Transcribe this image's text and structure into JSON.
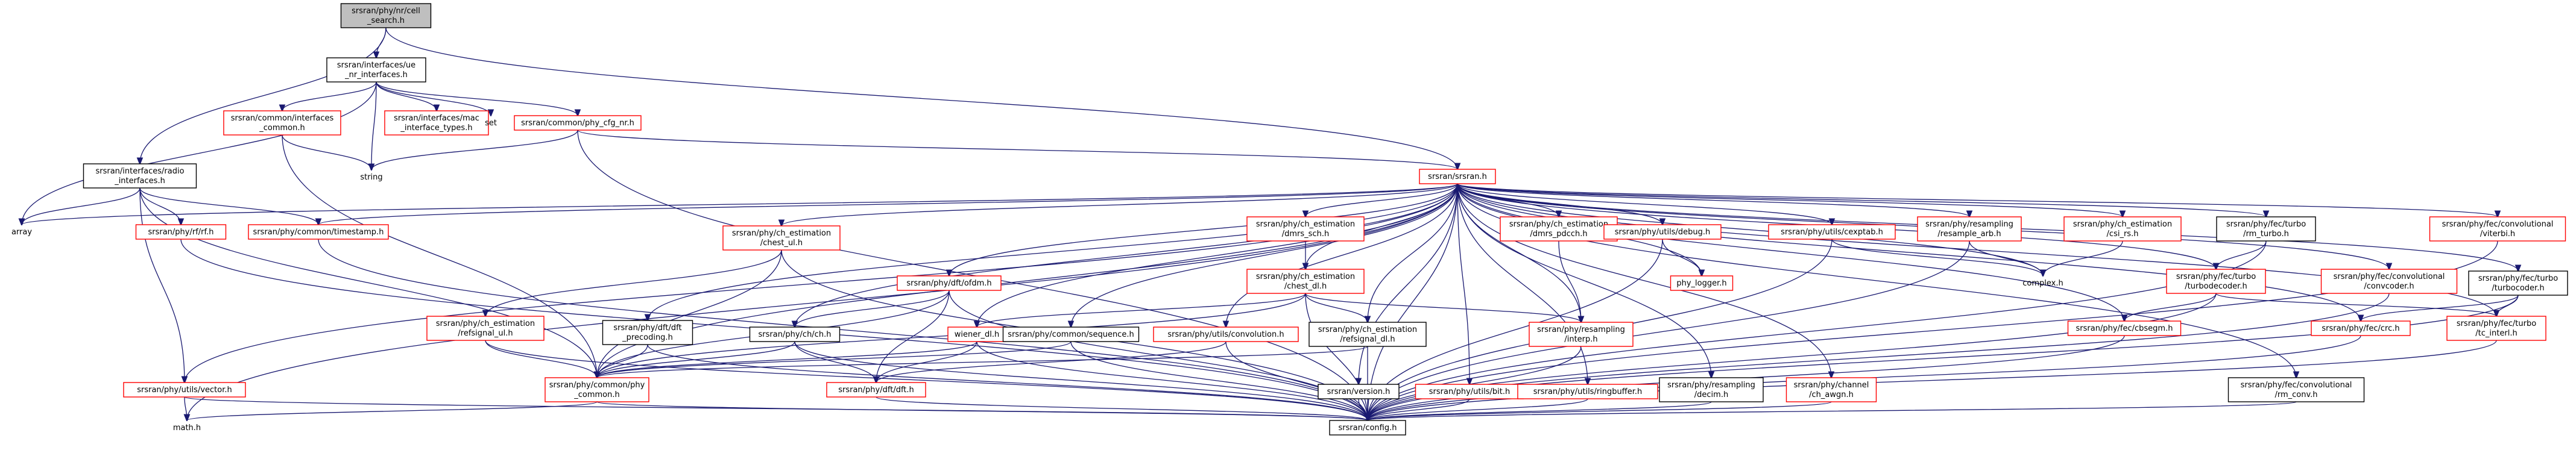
{
  "colors": {
    "edge": "#191970",
    "box_normal": "#000000",
    "box_missing": "#ff0000",
    "box_unboxed": "none",
    "root_fill": "#bfbfbf"
  },
  "nodes": [
    {
      "id": "root",
      "lines": [
        "srsran/phy/nr/cell",
        "_search.h"
      ],
      "style": "root"
    },
    {
      "id": "ue_nr_if",
      "lines": [
        "srsran/interfaces/ue",
        "_nr_interfaces.h"
      ],
      "style": "normal"
    },
    {
      "id": "common_if",
      "lines": [
        "srsran/common/interfaces",
        "_common.h"
      ],
      "style": "missing"
    },
    {
      "id": "mac_if",
      "lines": [
        "srsran/interfaces/mac",
        "_interface_types.h"
      ],
      "style": "missing"
    },
    {
      "id": "set",
      "lines": [
        "set"
      ],
      "style": "plain"
    },
    {
      "id": "phy_cfg",
      "lines": [
        "srsran/common/phy_cfg_nr.h"
      ],
      "style": "missing"
    },
    {
      "id": "string",
      "lines": [
        "string"
      ],
      "style": "plain"
    },
    {
      "id": "radio_if",
      "lines": [
        "srsran/interfaces/radio",
        "_interfaces.h"
      ],
      "style": "normal"
    },
    {
      "id": "array",
      "lines": [
        "array"
      ],
      "style": "plain"
    },
    {
      "id": "srsran_h",
      "lines": [
        "srsran/srsran.h"
      ],
      "style": "missing"
    },
    {
      "id": "rf",
      "lines": [
        "srsran/phy/rf/rf.h"
      ],
      "style": "missing"
    },
    {
      "id": "timestamp",
      "lines": [
        "srsran/phy/common/timestamp.h"
      ],
      "style": "missing"
    },
    {
      "id": "chest_ul",
      "lines": [
        "srsran/phy/ch_estimation",
        "/chest_ul.h"
      ],
      "style": "missing"
    },
    {
      "id": "ofdm",
      "lines": [
        "srsran/phy/dft/ofdm.h"
      ],
      "style": "missing"
    },
    {
      "id": "dmrs_sch",
      "lines": [
        "srsran/phy/ch_estimation",
        "/dmrs_sch.h"
      ],
      "style": "missing"
    },
    {
      "id": "chest_dl",
      "lines": [
        "srsran/phy/ch_estimation",
        "/chest_dl.h"
      ],
      "style": "missing"
    },
    {
      "id": "dmrs_pdcch",
      "lines": [
        "srsran/phy/ch_estimation",
        "/dmrs_pdcch.h"
      ],
      "style": "missing"
    },
    {
      "id": "debug",
      "lines": [
        "srsran/phy/utils/debug.h"
      ],
      "style": "missing"
    },
    {
      "id": "phy_logger",
      "lines": [
        "phy_logger.h"
      ],
      "style": "missing"
    },
    {
      "id": "cexptab",
      "lines": [
        "srsran/phy/utils/cexptab.h"
      ],
      "style": "missing"
    },
    {
      "id": "resample_arb",
      "lines": [
        "srsran/phy/resampling",
        "/resample_arb.h"
      ],
      "style": "missing"
    },
    {
      "id": "csi_rs",
      "lines": [
        "srsran/phy/ch_estimation",
        "/csi_rs.h"
      ],
      "style": "missing"
    },
    {
      "id": "complex",
      "lines": [
        "complex.h"
      ],
      "style": "plain"
    },
    {
      "id": "rm_turbo",
      "lines": [
        "srsran/phy/fec/turbo",
        "/rm_turbo.h"
      ],
      "style": "normal"
    },
    {
      "id": "turbodecoder",
      "lines": [
        "srsran/phy/fec/turbo",
        "/turbodecoder.h"
      ],
      "style": "missing"
    },
    {
      "id": "convcoder",
      "lines": [
        "srsran/phy/fec/convolutional",
        "/convcoder.h"
      ],
      "style": "missing"
    },
    {
      "id": "viterbi",
      "lines": [
        "srsran/phy/fec/convolutional",
        "/viterbi.h"
      ],
      "style": "missing"
    },
    {
      "id": "turbocoder",
      "lines": [
        "srsran/phy/fec/turbo",
        "/turbocoder.h"
      ],
      "style": "normal"
    },
    {
      "id": "cbsegm",
      "lines": [
        "srsran/phy/fec/cbsegm.h"
      ],
      "style": "missing"
    },
    {
      "id": "crc",
      "lines": [
        "srsran/phy/fec/crc.h"
      ],
      "style": "missing"
    },
    {
      "id": "tc_interl",
      "lines": [
        "srsran/phy/fec/turbo",
        "/tc_interl.h"
      ],
      "style": "missing"
    },
    {
      "id": "refsignal_ul",
      "lines": [
        "srsran/phy/ch_estimation",
        "/refsignal_ul.h"
      ],
      "style": "missing"
    },
    {
      "id": "dft_precoding",
      "lines": [
        "srsran/phy/dft/dft",
        "_precoding.h"
      ],
      "style": "normal"
    },
    {
      "id": "chcfr",
      "lines": [
        "srsran/phy/ch/ch.h"
      ],
      "style": "normal"
    },
    {
      "id": "wiener",
      "lines": [
        "wiener_dl.h"
      ],
      "style": "missing"
    },
    {
      "id": "sequence",
      "lines": [
        "srsran/phy/common/sequence.h"
      ],
      "style": "normal"
    },
    {
      "id": "convolution",
      "lines": [
        "srsran/phy/utils/convolution.h"
      ],
      "style": "missing"
    },
    {
      "id": "refsignal_dl",
      "lines": [
        "srsran/phy/ch_estimation",
        "/refsignal_dl.h"
      ],
      "style": "normal"
    },
    {
      "id": "interp",
      "lines": [
        "srsran/phy/resampling",
        "/interp.h"
      ],
      "style": "missing"
    },
    {
      "id": "phy_common",
      "lines": [
        "srsran/phy/common/phy",
        "_common.h"
      ],
      "style": "missing"
    },
    {
      "id": "dft",
      "lines": [
        "srsran/phy/dft/dft.h"
      ],
      "style": "missing"
    },
    {
      "id": "vector",
      "lines": [
        "srsran/phy/utils/vector.h"
      ],
      "style": "missing"
    },
    {
      "id": "math",
      "lines": [
        "math.h"
      ],
      "style": "plain"
    },
    {
      "id": "version",
      "lines": [
        "srsran/version.h"
      ],
      "style": "normal"
    },
    {
      "id": "bit",
      "lines": [
        "srsran/phy/utils/bit.h"
      ],
      "style": "missing"
    },
    {
      "id": "ringbuffer",
      "lines": [
        "srsran/phy/utils/ringbuffer.h"
      ],
      "style": "missing"
    },
    {
      "id": "decim",
      "lines": [
        "srsran/phy/resampling",
        "/decim.h"
      ],
      "style": "normal"
    },
    {
      "id": "ch_awgn",
      "lines": [
        "srsran/phy/channel",
        "/ch_awgn.h"
      ],
      "style": "missing"
    },
    {
      "id": "rm_conv",
      "lines": [
        "srsran/phy/fec/convolutional",
        "/rm_conv.h"
      ],
      "style": "normal"
    },
    {
      "id": "config",
      "lines": [
        "srsran/config.h"
      ],
      "style": "normal"
    }
  ],
  "edges": [
    [
      "root",
      "ue_nr_if"
    ],
    [
      "root",
      "radio_if"
    ],
    [
      "root",
      "srsran_h"
    ],
    [
      "ue_nr_if",
      "common_if"
    ],
    [
      "ue_nr_if",
      "mac_if"
    ],
    [
      "ue_nr_if",
      "set"
    ],
    [
      "ue_nr_if",
      "phy_cfg"
    ],
    [
      "ue_nr_if",
      "string"
    ],
    [
      "ue_nr_if",
      "array"
    ],
    [
      "common_if",
      "string"
    ],
    [
      "common_if",
      "phy_common"
    ],
    [
      "phy_cfg",
      "string"
    ],
    [
      "phy_cfg",
      "srsran_h"
    ],
    [
      "phy_cfg",
      "config"
    ],
    [
      "radio_if",
      "array"
    ],
    [
      "radio_if",
      "rf"
    ],
    [
      "radio_if",
      "timestamp"
    ],
    [
      "radio_if",
      "vector"
    ],
    [
      "radio_if",
      "phy_common"
    ],
    [
      "srsran_h",
      "array"
    ],
    [
      "srsran_h",
      "timestamp"
    ],
    [
      "srsran_h",
      "chest_ul"
    ],
    [
      "srsran_h",
      "ofdm"
    ],
    [
      "srsran_h",
      "dmrs_sch"
    ],
    [
      "srsran_h",
      "chest_dl"
    ],
    [
      "srsran_h",
      "dmrs_pdcch"
    ],
    [
      "srsran_h",
      "debug"
    ],
    [
      "srsran_h",
      "phy_logger"
    ],
    [
      "srsran_h",
      "cexptab"
    ],
    [
      "srsran_h",
      "resample_arb"
    ],
    [
      "srsran_h",
      "csi_rs"
    ],
    [
      "srsran_h",
      "complex"
    ],
    [
      "srsran_h",
      "rm_turbo"
    ],
    [
      "srsran_h",
      "turbodecoder"
    ],
    [
      "srsran_h",
      "convcoder"
    ],
    [
      "srsran_h",
      "viterbi"
    ],
    [
      "srsran_h",
      "turbocoder"
    ],
    [
      "srsran_h",
      "cbsegm"
    ],
    [
      "srsran_h",
      "crc"
    ],
    [
      "srsran_h",
      "tc_interl"
    ],
    [
      "srsran_h",
      "dft_precoding"
    ],
    [
      "srsran_h",
      "chcfr"
    ],
    [
      "srsran_h",
      "wiener"
    ],
    [
      "srsran_h",
      "sequence"
    ],
    [
      "srsran_h",
      "convolution"
    ],
    [
      "srsran_h",
      "refsignal_dl"
    ],
    [
      "srsran_h",
      "interp"
    ],
    [
      "srsran_h",
      "phy_common"
    ],
    [
      "srsran_h",
      "vector"
    ],
    [
      "srsran_h",
      "math"
    ],
    [
      "srsran_h",
      "version"
    ],
    [
      "srsran_h",
      "bit"
    ],
    [
      "srsran_h",
      "ringbuffer"
    ],
    [
      "srsran_h",
      "decim"
    ],
    [
      "srsran_h",
      "ch_awgn"
    ],
    [
      "srsran_h",
      "rm_conv"
    ],
    [
      "srsran_h",
      "config"
    ],
    [
      "rf",
      "config"
    ],
    [
      "timestamp",
      "config"
    ],
    [
      "chest_ul",
      "refsignal_ul"
    ],
    [
      "chest_ul",
      "phy_common"
    ],
    [
      "chest_ul",
      "config"
    ],
    [
      "ofdm",
      "chcfr"
    ],
    [
      "ofdm",
      "dft"
    ],
    [
      "ofdm",
      "phy_common"
    ],
    [
      "ofdm",
      "config"
    ],
    [
      "dmrs_sch",
      "chest_dl"
    ],
    [
      "chest_dl",
      "wiener"
    ],
    [
      "chest_dl",
      "refsignal_dl"
    ],
    [
      "chest_dl",
      "interp"
    ],
    [
      "chest_dl",
      "phy_common"
    ],
    [
      "chest_dl",
      "config"
    ],
    [
      "dmrs_pdcch",
      "interp"
    ],
    [
      "debug",
      "phy_logger"
    ],
    [
      "debug",
      "config"
    ],
    [
      "cexptab",
      "complex"
    ],
    [
      "cexptab",
      "config"
    ],
    [
      "resample_arb",
      "complex"
    ],
    [
      "resample_arb",
      "config"
    ],
    [
      "csi_rs",
      "complex"
    ],
    [
      "rm_turbo",
      "turbodecoder"
    ],
    [
      "rm_turbo",
      "config"
    ],
    [
      "turbodecoder",
      "cbsegm"
    ],
    [
      "turbodecoder",
      "tc_interl"
    ],
    [
      "turbodecoder",
      "config"
    ],
    [
      "convcoder",
      "config"
    ],
    [
      "viterbi",
      "config"
    ],
    [
      "turbocoder",
      "crc"
    ],
    [
      "turbocoder",
      "tc_interl"
    ],
    [
      "turbocoder",
      "config"
    ],
    [
      "cbsegm",
      "config"
    ],
    [
      "crc",
      "config"
    ],
    [
      "tc_interl",
      "config"
    ],
    [
      "refsignal_ul",
      "phy_common"
    ],
    [
      "refsignal_ul",
      "config"
    ],
    [
      "dft_precoding",
      "phy_common"
    ],
    [
      "dft_precoding",
      "config"
    ],
    [
      "chcfr",
      "dft"
    ],
    [
      "chcfr",
      "phy_common"
    ],
    [
      "chcfr",
      "config"
    ],
    [
      "wiener",
      "dft"
    ],
    [
      "wiener",
      "phy_common"
    ],
    [
      "wiener",
      "config"
    ],
    [
      "sequence",
      "phy_common"
    ],
    [
      "sequence",
      "config"
    ],
    [
      "convolution",
      "dft"
    ],
    [
      "convolution",
      "config"
    ],
    [
      "refsignal_dl",
      "phy_common"
    ],
    [
      "refsignal_dl",
      "config"
    ],
    [
      "interp",
      "config"
    ],
    [
      "phy_common",
      "math"
    ],
    [
      "phy_common",
      "config"
    ],
    [
      "dft",
      "config"
    ],
    [
      "vector",
      "math"
    ],
    [
      "vector",
      "config"
    ],
    [
      "version",
      "config"
    ],
    [
      "bit",
      "config"
    ],
    [
      "ringbuffer",
      "config"
    ],
    [
      "decim",
      "config"
    ],
    [
      "ch_awgn",
      "config"
    ],
    [
      "rm_conv",
      "config"
    ]
  ]
}
